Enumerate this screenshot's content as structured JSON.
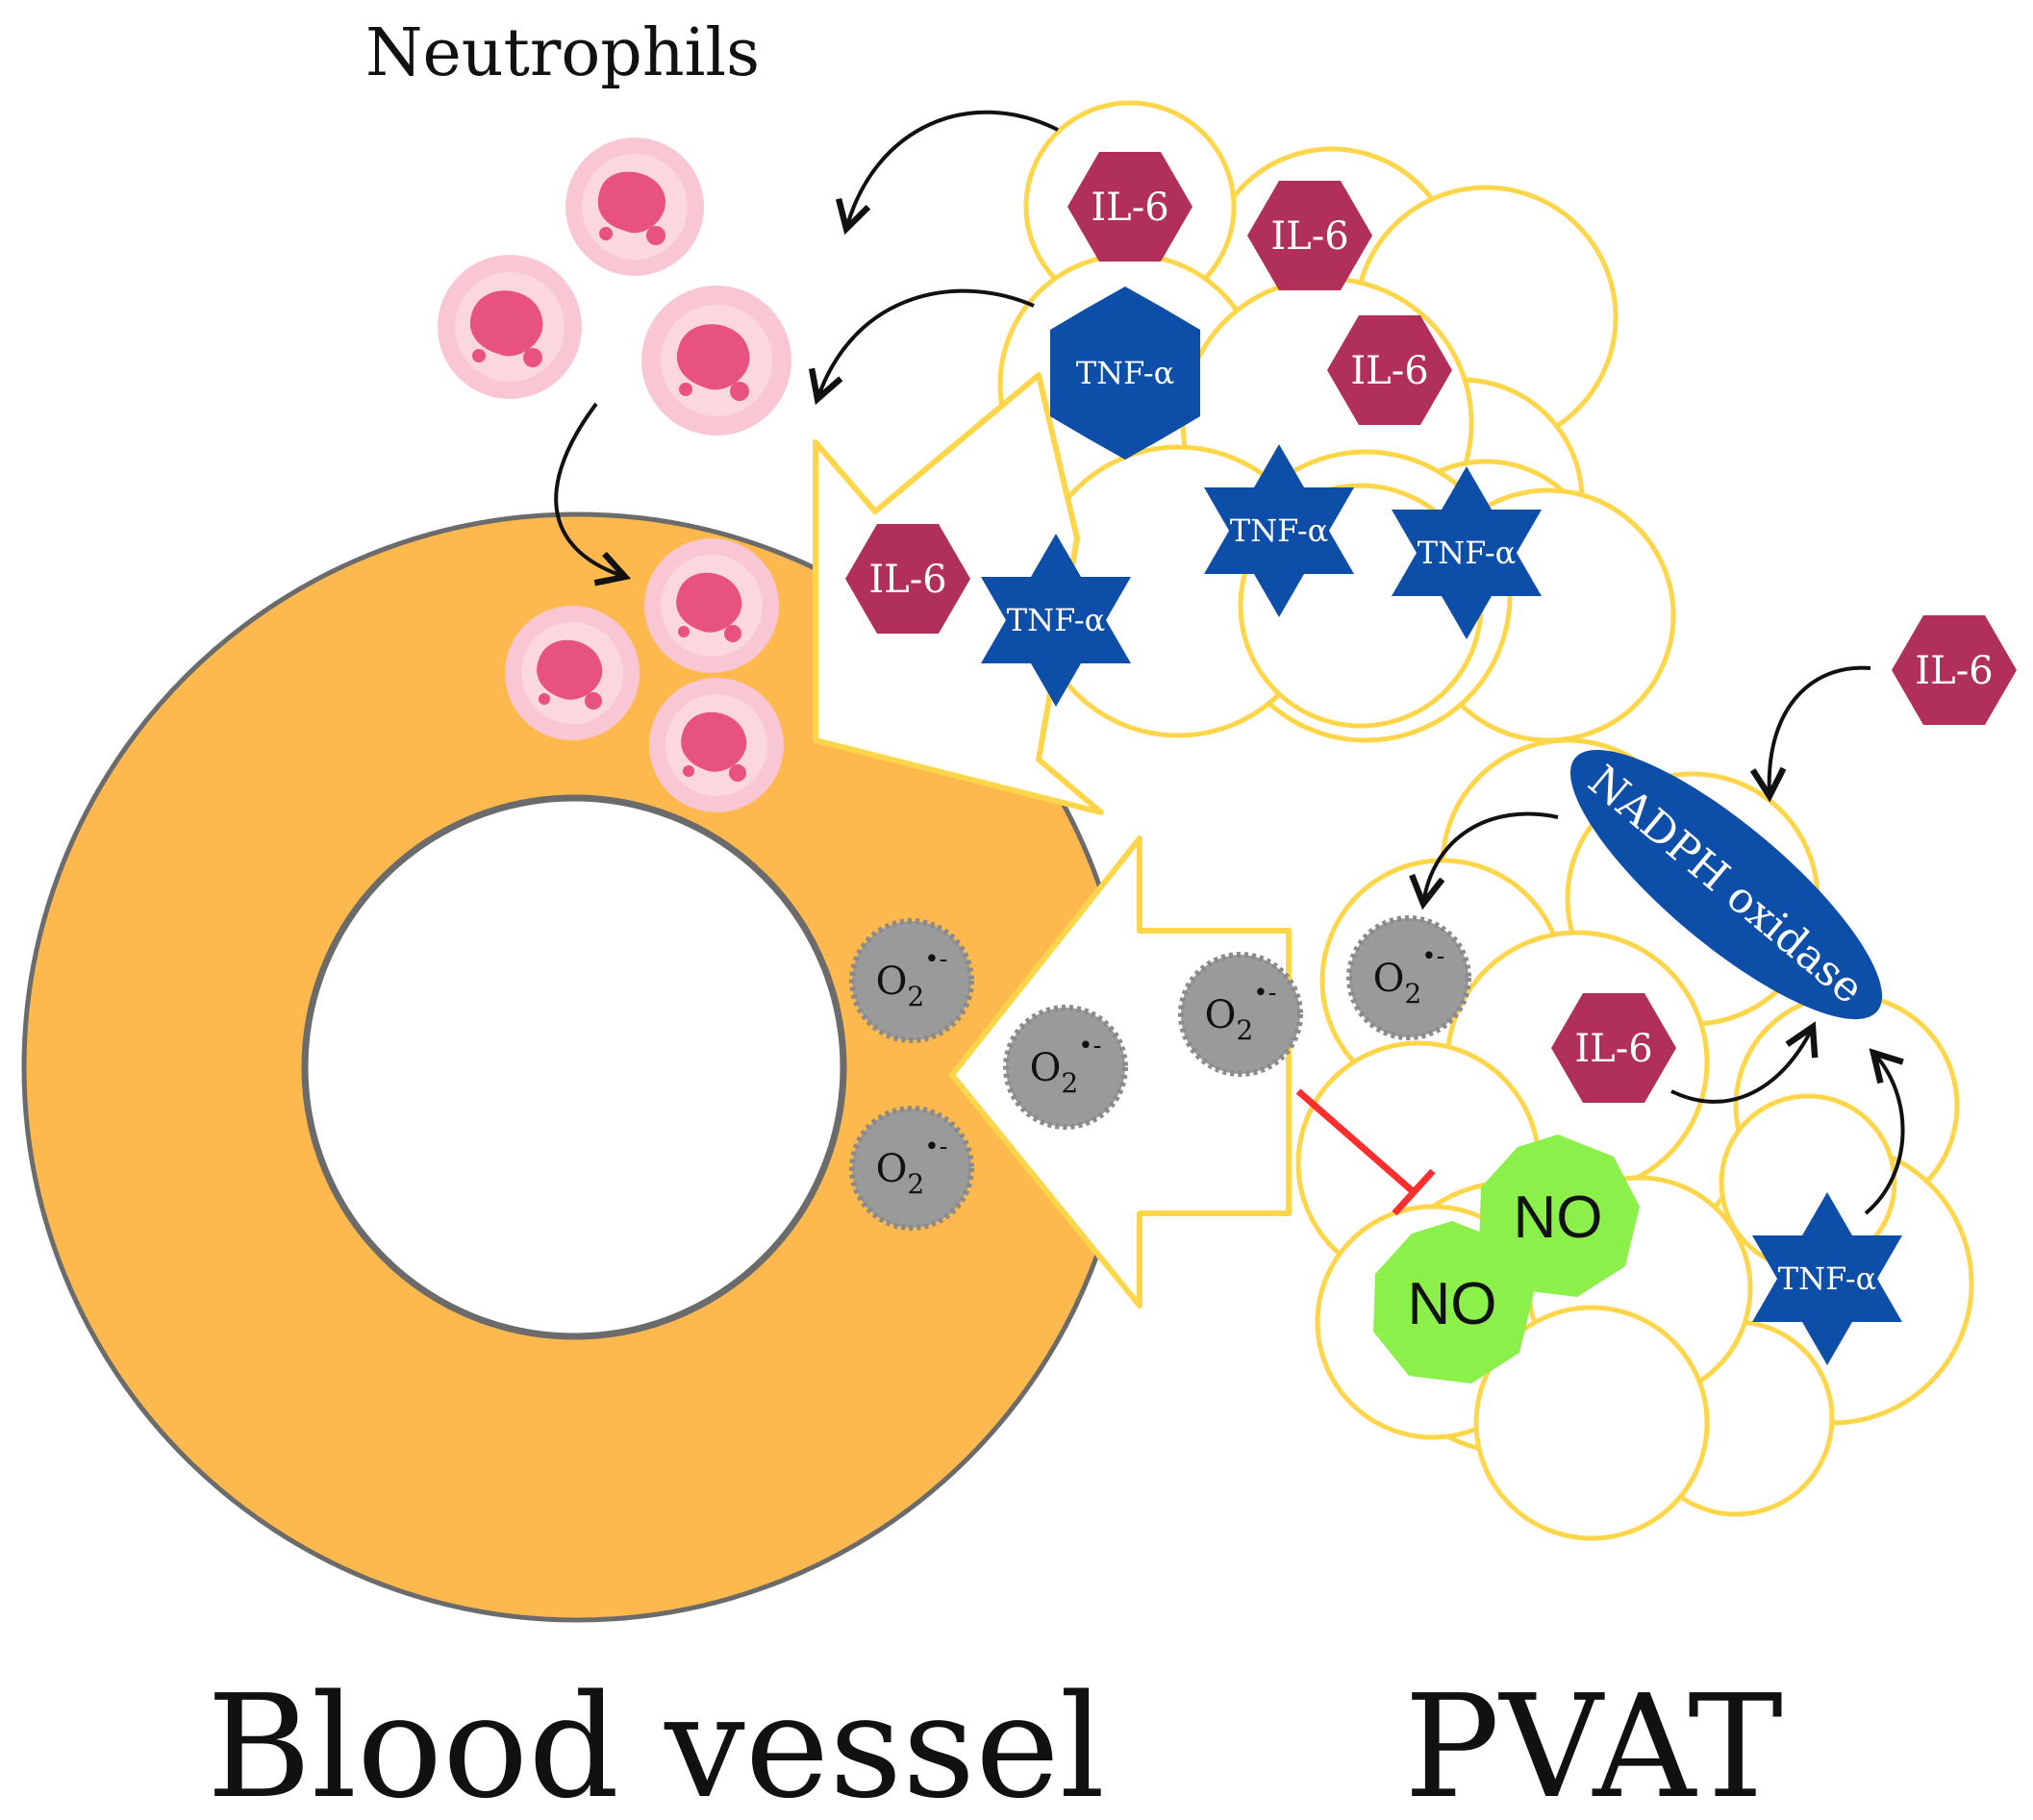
{
  "labels": {
    "neutrophils": "Neutrophils",
    "blood_vessel": "Blood vessel",
    "pvat": "PVAT"
  },
  "molecules": {
    "il6": "IL-6",
    "tnf": "TNF-α",
    "no": "NO",
    "superoxide": "O",
    "superoxide_sub": "2",
    "superoxide_sup": "•-",
    "nadph": "NADPH oxidase"
  },
  "colors": {
    "vessel_wall": "#FDB94D",
    "vessel_outline": "#6b6b6b",
    "adipocyte_outline": "#FFD54A",
    "il6": "#B0305A",
    "tnf": "#0D4FA8",
    "nadph": "#0D4FA8",
    "no": "#8BF04A",
    "superoxide": "#9a9a9a",
    "inhibition": "#FF2E2E",
    "neutrophil": "#E8527E"
  }
}
